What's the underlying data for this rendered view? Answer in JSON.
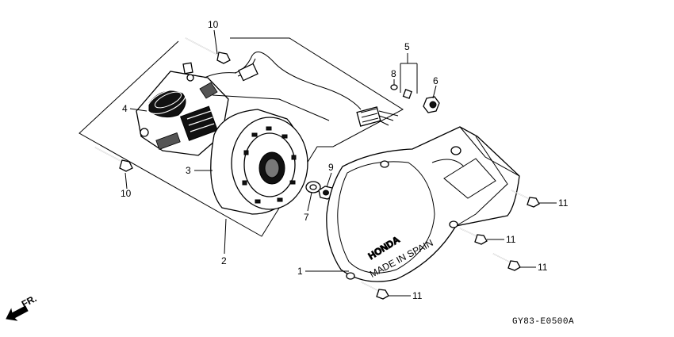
{
  "callouts": {
    "c1": "1",
    "c2": "2",
    "c3": "3",
    "c4": "4",
    "c5": "5",
    "c6": "6",
    "c7": "7",
    "c8": "8",
    "c9": "9",
    "c10a": "10",
    "c10b": "10",
    "c11a": "11",
    "c11b": "11",
    "c11c": "11",
    "c11d": "11"
  },
  "cover_text": {
    "brand": "HONDA",
    "origin": "MADE IN SPAIN"
  },
  "direction_marker": "FR.",
  "diagram_code": "GY83-E0500A"
}
